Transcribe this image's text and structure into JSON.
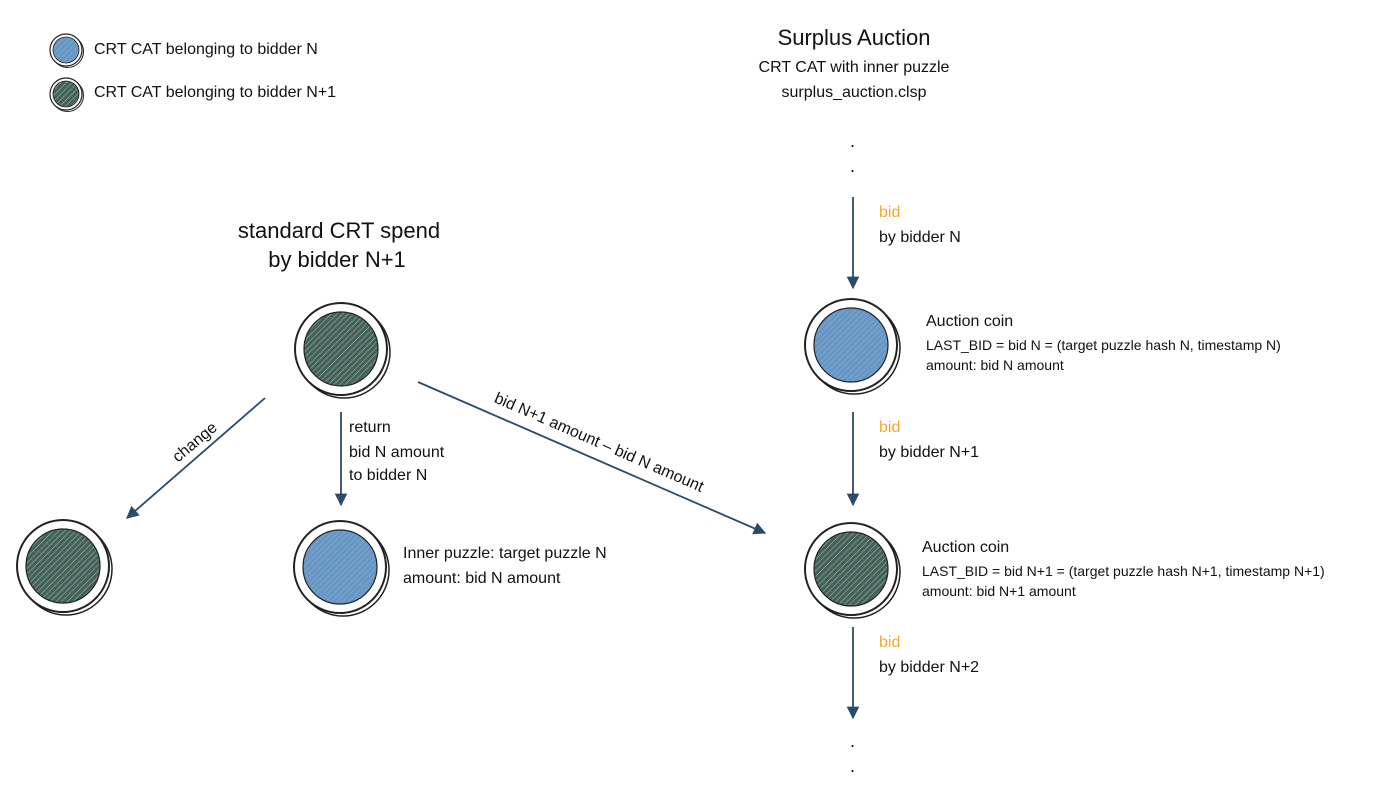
{
  "colors": {
    "blue_coin": "#6f9dc9",
    "dark_coin": "#3d5a50",
    "arrow": "#2c4b66",
    "bid_label": "#f0a92a"
  },
  "legend": {
    "items": [
      {
        "label": "CRT CAT belonging to bidder N",
        "coin": "blue"
      },
      {
        "label": "CRT CAT belonging to bidder N+1",
        "coin": "dark"
      }
    ]
  },
  "left": {
    "title_line1": "standard CRT spend",
    "title_line2": "by bidder N+1",
    "change_label": "change",
    "return_label": [
      "return",
      "bid N amount",
      "to bidder N"
    ],
    "diagonal_label": "bid N+1 amount – bid N amount",
    "inner_coin": {
      "line1": "Inner puzzle: target puzzle N",
      "line2": "amount: bid N amount"
    }
  },
  "right": {
    "title": "Surplus Auction",
    "subtitle1": "CRT CAT with inner puzzle",
    "subtitle2": "surplus_auction.clsp",
    "dot": ".",
    "bids": [
      {
        "word": "bid",
        "by": "by bidder N"
      },
      {
        "word": "bid",
        "by": "by bidder N+1"
      },
      {
        "word": "bid",
        "by": "by bidder N+2"
      }
    ],
    "coins": [
      {
        "title": "Auction coin",
        "last_bid": "LAST_BID = bid N = (target puzzle hash N, timestamp N)",
        "amount": "amount: bid N amount"
      },
      {
        "title": "Auction coin",
        "last_bid": "LAST_BID = bid N+1 = (target puzzle hash N+1, timestamp N+1)",
        "amount": "amount: bid N+1 amount"
      }
    ]
  }
}
